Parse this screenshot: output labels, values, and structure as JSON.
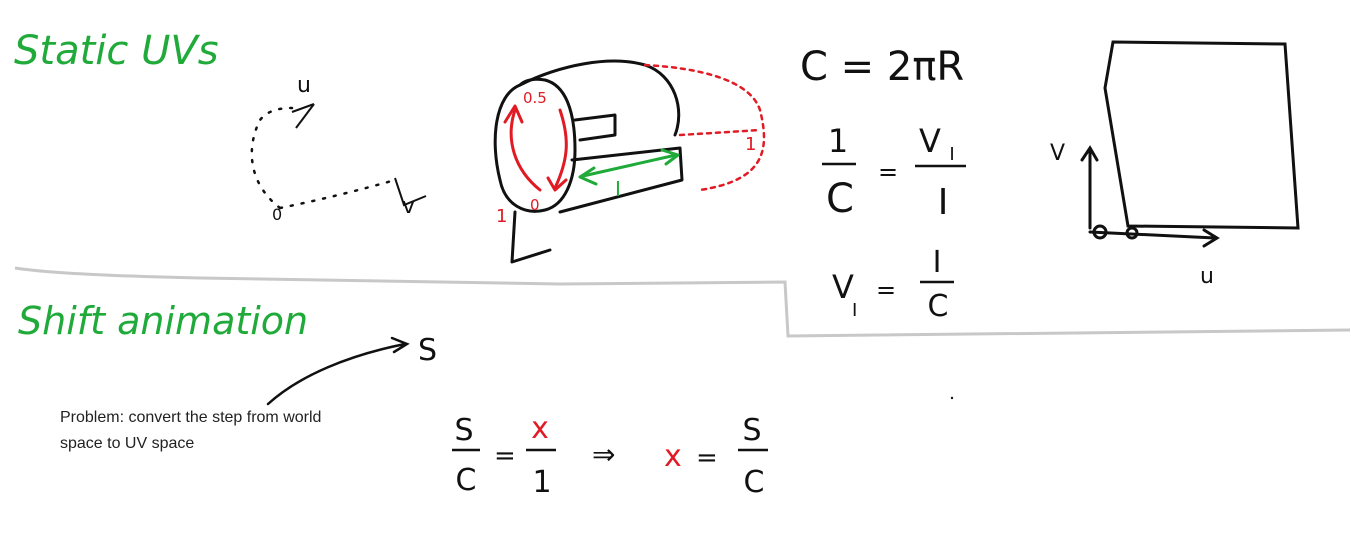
{
  "colors": {
    "green": "#1faa3a",
    "red": "#e01b24",
    "black": "#111111",
    "divider": "#c8c8c8"
  },
  "headings": {
    "static_uvs": "Static UVs",
    "shift_animation": "Shift animation"
  },
  "static_uvs": {
    "axis_u_label": "u",
    "axis_v_label": "v",
    "origin_label": "0",
    "tread": {
      "top_value": "0.5",
      "bottom_value": "0",
      "left_value": "1",
      "right_value": "1",
      "length_label": "I"
    }
  },
  "formulas": {
    "circumference": "C = 2πR",
    "ratio_left_num": "1",
    "ratio_left_den": "C",
    "ratio_right_num": "V",
    "ratio_right_sub": "I",
    "ratio_right_den": "I",
    "vi_lhs": "V",
    "vi_sub": "I",
    "vi_num": "I",
    "vi_den": "C"
  },
  "uv_square": {
    "v_label": "V",
    "u_label": "u"
  },
  "shift": {
    "step_label": "S",
    "problem_text": "Problem: convert the step from world space to UV space",
    "eq_s": "S",
    "eq_c": "C",
    "eq_x": "x",
    "eq_one": "1",
    "implies": "⇒",
    "eq2_x": "x",
    "eq2_s": "S",
    "eq2_c": "C"
  }
}
